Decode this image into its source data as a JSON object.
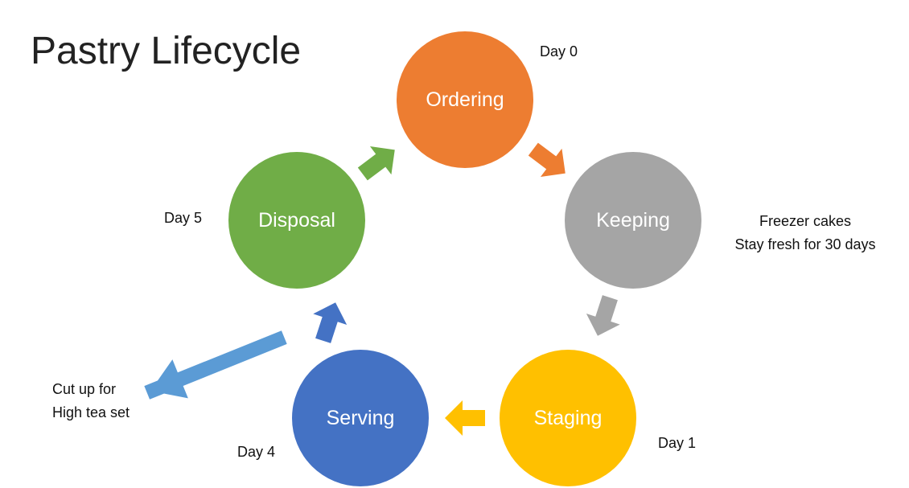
{
  "title": "Pastry Lifecycle",
  "colors": {
    "ordering": "#ed7d31",
    "keeping": "#a5a5a5",
    "staging": "#ffc000",
    "serving": "#4472c4",
    "disposal": "#70ad47",
    "side_arrow": "#5b9bd5"
  },
  "stages": [
    {
      "id": "ordering",
      "label": "Ordering"
    },
    {
      "id": "keeping",
      "label": "Keeping"
    },
    {
      "id": "staging",
      "label": "Staging"
    },
    {
      "id": "serving",
      "label": "Serving"
    },
    {
      "id": "disposal",
      "label": "Disposal"
    }
  ],
  "annotations": {
    "day0": "Day 0",
    "day1": "Day 1",
    "day4": "Day 4",
    "day5": "Day 5",
    "keeping_note_line1": "Freezer cakes",
    "keeping_note_line2": "Stay fresh for 30 days",
    "side_note_line1": "Cut up for",
    "side_note_line2": "High tea set"
  }
}
